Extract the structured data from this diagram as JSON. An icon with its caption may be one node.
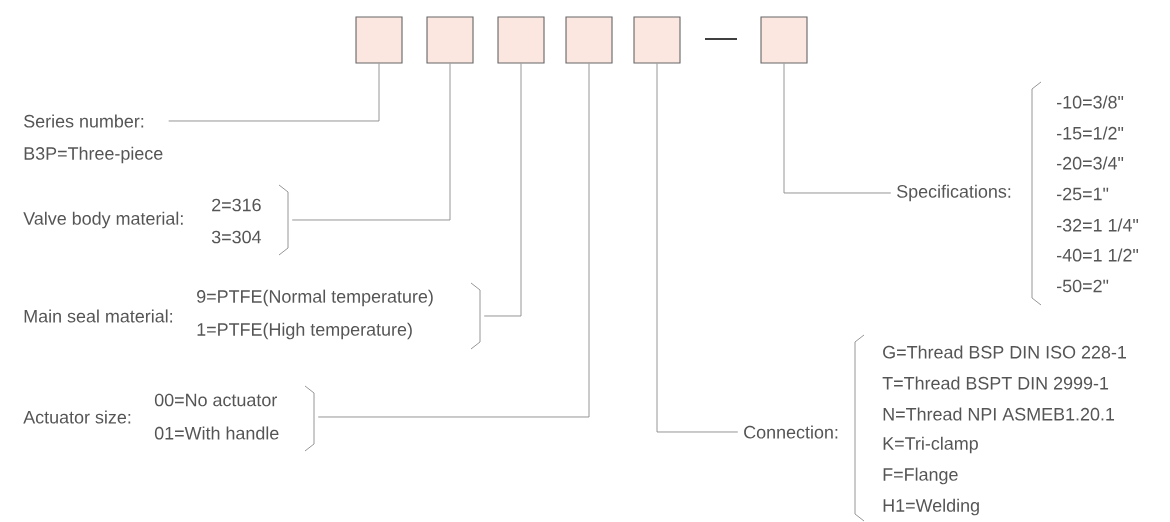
{
  "diagram": {
    "nodes": [
      {
        "text": [],
        "shape": "box"
      },
      {
        "text": [],
        "shape": "box"
      },
      {
        "text": [],
        "shape": "box"
      },
      {
        "text": [],
        "shape": "box"
      },
      {
        "text": [],
        "shape": "box"
      },
      {
        "text": [],
        "shape": "box"
      },
      {
        "text": [
          "Series number:",
          "B3P=Three-piece"
        ]
      },
      {
        "text": [
          "Valve body material:",
          "2=316",
          "3=304"
        ]
      },
      {
        "text": [
          "Main seal material:",
          "9=PTFE(Normal temperature)",
          "1=PTFE(High temperature)"
        ]
      },
      {
        "text": [
          "Actuator size:",
          "00=No actuator",
          "01=With handle"
        ]
      },
      {
        "text": [
          "Connection:",
          "G=Thread BSP DIN ISO 228-1",
          "T=Thread BSPT DIN 2999-1",
          "N=Thread NPI ASMEB1.20.1",
          "K=Tri-clamp",
          "F=Flange",
          "H1=Welding"
        ]
      },
      {
        "text": [
          "Specifications:",
          "-10=3/8\"",
          "-15=1/2\"",
          "-20=3/4\"",
          "-25=1\"",
          "-32=1 1/4\"",
          "-40=1 1/2\"",
          "-50=2\""
        ]
      }
    ],
    "edges": [
      {
        "from": 6,
        "to": 0,
        "arrow": "none"
      },
      {
        "from": 7,
        "to": 1,
        "arrow": "none"
      },
      {
        "from": 8,
        "to": 2,
        "arrow": "none"
      },
      {
        "from": 9,
        "to": 3,
        "arrow": "none"
      },
      {
        "from": 10,
        "to": 4,
        "arrow": "none"
      },
      {
        "from": 11,
        "to": 5,
        "arrow": "none"
      }
    ]
  }
}
